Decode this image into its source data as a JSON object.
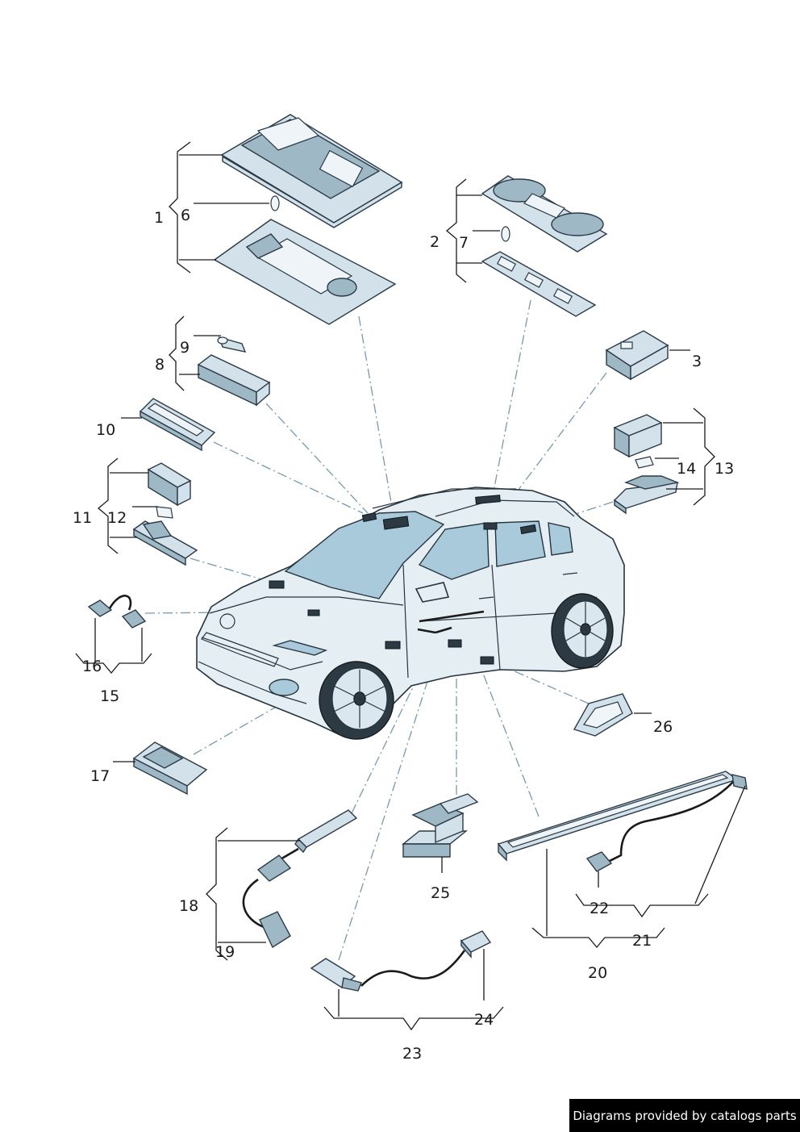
{
  "diagram": {
    "callouts": [
      "1",
      "2",
      "3",
      "6",
      "7",
      "8",
      "9",
      "10",
      "11",
      "12",
      "13",
      "14",
      "15",
      "16",
      "17",
      "18",
      "19",
      "20",
      "21",
      "22",
      "23",
      "24",
      "25",
      "26"
    ]
  },
  "credit": {
    "text": "Diagrams provided by catalogs parts"
  },
  "colors": {
    "part_fill": "#d3e2ea",
    "part_outline": "#2a3a46",
    "glass": "#a9cadb",
    "dash_line": "#7a98ad",
    "badge_bg": "#000000",
    "badge_text": "#ffffff"
  }
}
